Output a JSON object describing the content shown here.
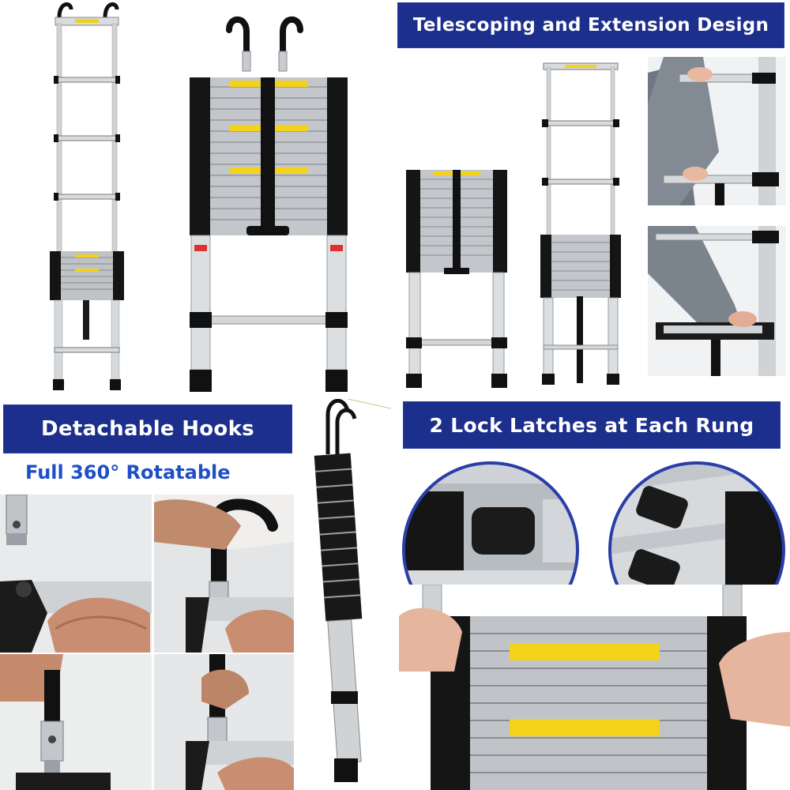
{
  "banners": {
    "telescoping": "Telescoping and Extension Design",
    "detachable": "Detachable Hooks",
    "lock_latches": "2 Lock Latches at Each Rung"
  },
  "subtitles": {
    "rotatable": "Full 360° Rotatable"
  },
  "colors": {
    "banner_bg": "#1c2f8c",
    "banner_text": "#ffffff",
    "subtitle_text": "#1f4fc7",
    "aluminum": "#c9ccd0",
    "rubber": "#1a1a1a",
    "label_yellow": "#f3d21a"
  },
  "icons": [
    "telescoping-ladder-extended",
    "telescoping-ladder-collapsed",
    "hook",
    "lock-latch",
    "hand"
  ]
}
